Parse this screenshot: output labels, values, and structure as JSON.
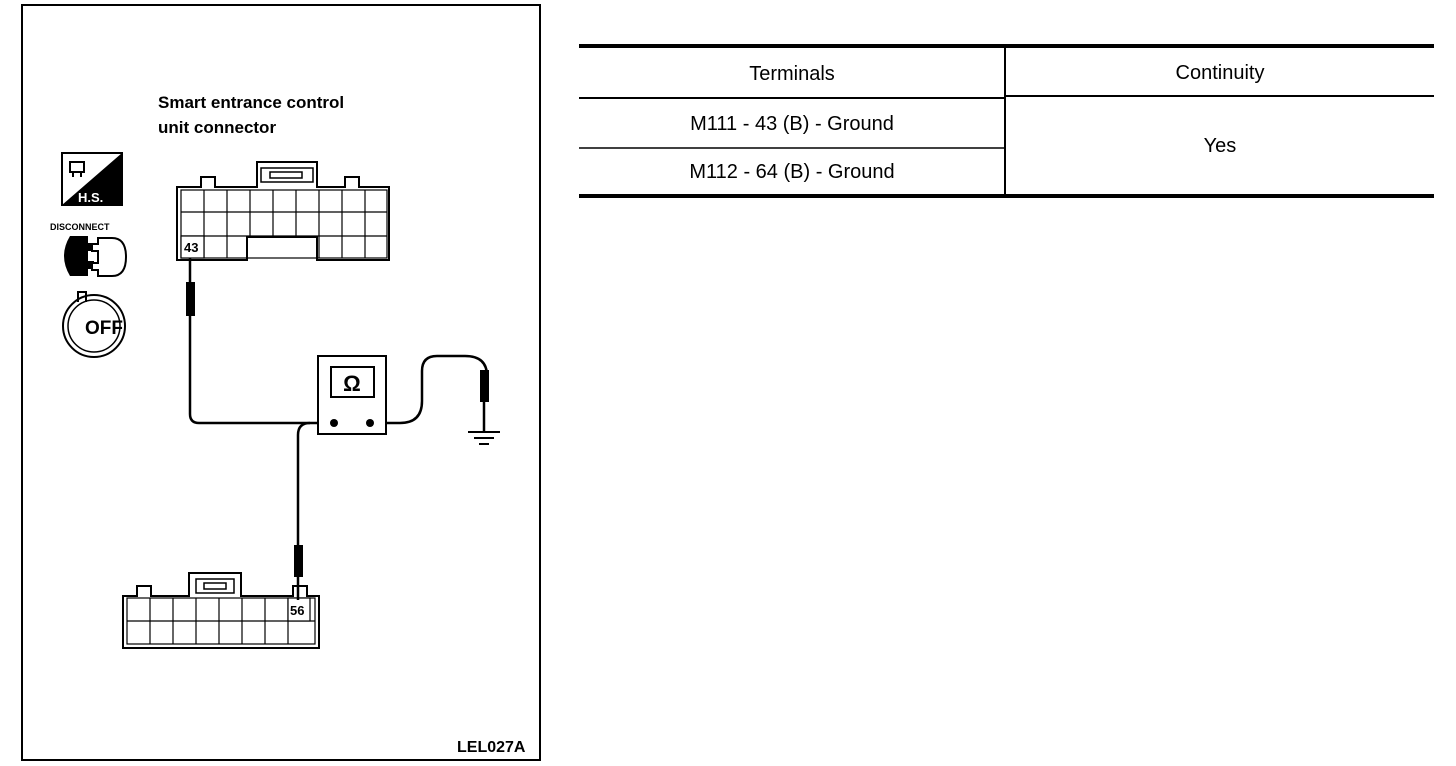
{
  "diagram": {
    "connector_label_line1": "Smart entrance control",
    "connector_label_line2": "unit connector",
    "pin_top": "43",
    "pin_bottom": "56",
    "hs_label": "H.S.",
    "disconnect_label": "DISCONNECT",
    "off_label": "OFF",
    "meter_symbol": "Ω",
    "figure_id": "LEL027A",
    "icons": [
      "harness-side-icon",
      "disconnect-icon",
      "ignition-off-icon",
      "ohmmeter-icon",
      "ground-icon"
    ]
  },
  "table": {
    "headers": [
      "Terminals",
      "Continuity"
    ],
    "rows": [
      {
        "terminals": "M111 - 43 (B) - Ground"
      },
      {
        "terminals": "M112 - 64 (B) - Ground"
      }
    ],
    "continuity": "Yes"
  }
}
